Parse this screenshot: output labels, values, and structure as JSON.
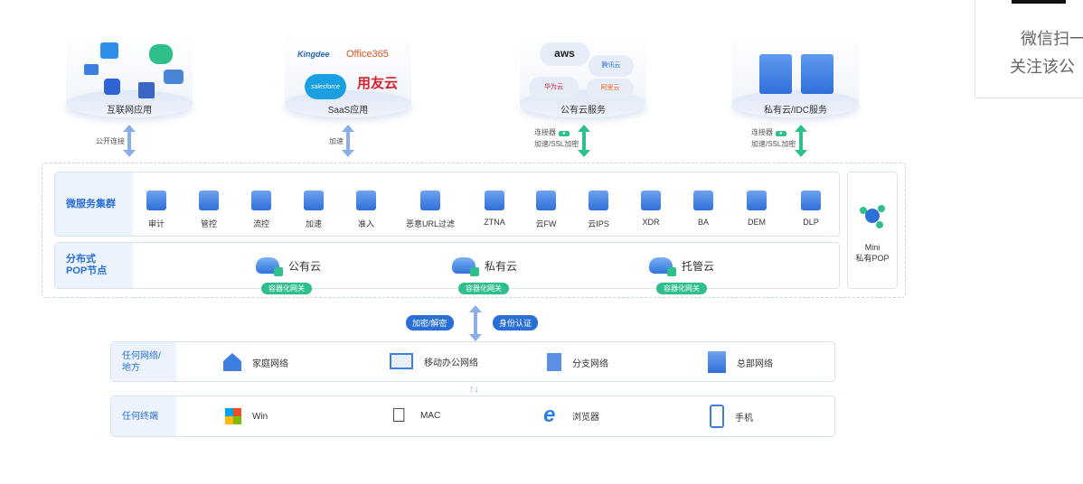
{
  "top_platforms": [
    {
      "label": "互联网应用",
      "link_label": "公开连接"
    },
    {
      "label": "SaaS应用",
      "link_label": "加速",
      "logos": [
        "Kingdee",
        "Office365",
        "salesforce",
        "用友云"
      ]
    },
    {
      "label": "公有云服务",
      "link_label_1": "连接器",
      "link_label_2": "加速/SSL加密",
      "logos": [
        "aws",
        "腾讯云",
        "华为云",
        "阿里云"
      ]
    },
    {
      "label": "私有云/IDC服务",
      "link_label_1": "连接器",
      "link_label_2": "加速/SSL加密"
    }
  ],
  "micro": {
    "title": "微服务集群",
    "items": [
      "审计",
      "管控",
      "流控",
      "加速",
      "准入",
      "恶意URL过滤",
      "ZTNA",
      "云FW",
      "云IPS",
      "XDR",
      "BA",
      "DEM",
      "DLP"
    ]
  },
  "pop": {
    "title_1": "分布式",
    "title_2": "POP节点",
    "nodes": [
      {
        "label": "公有云",
        "badge": "容器化网关"
      },
      {
        "label": "私有云",
        "badge": "容器化网关"
      },
      {
        "label": "托管云",
        "badge": "容器化网关"
      }
    ]
  },
  "mini": {
    "line1": "Mini",
    "line2": "私有POP"
  },
  "middle": {
    "left": "加密/解密",
    "right": "身份认证"
  },
  "network": {
    "title_1": "任何网络/",
    "title_2": "地方",
    "items": [
      "家庭网络",
      "移动办公网络",
      "分支网络",
      "总部网络"
    ]
  },
  "terminal": {
    "title": "任何终端",
    "items": [
      "Win",
      "MAC",
      "浏览器",
      "手机"
    ]
  },
  "side_card": {
    "line1": "微信扫一",
    "line2": "关注该公"
  }
}
